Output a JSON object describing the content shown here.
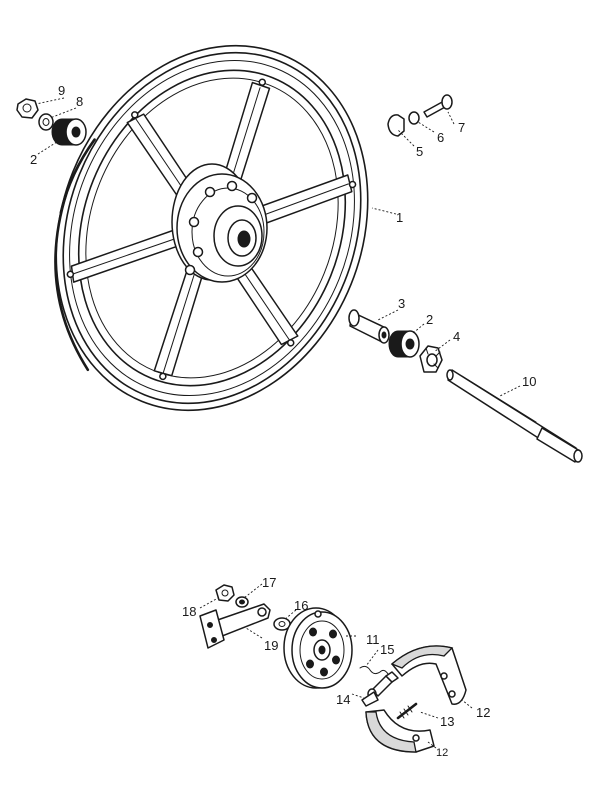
{
  "callouts": {
    "c1": "1",
    "c2_left": "2",
    "c2_right": "2",
    "c3": "3",
    "c4": "4",
    "c5": "5",
    "c6": "6",
    "c7": "7",
    "c8": "8",
    "c9": "9",
    "c10": "10",
    "c11": "11",
    "c12_top": "12",
    "c12_bottom": "12",
    "c13": "13",
    "c14": "14",
    "c15": "15",
    "c16": "16",
    "c17": "17",
    "c18": "18",
    "c19": "19"
  }
}
